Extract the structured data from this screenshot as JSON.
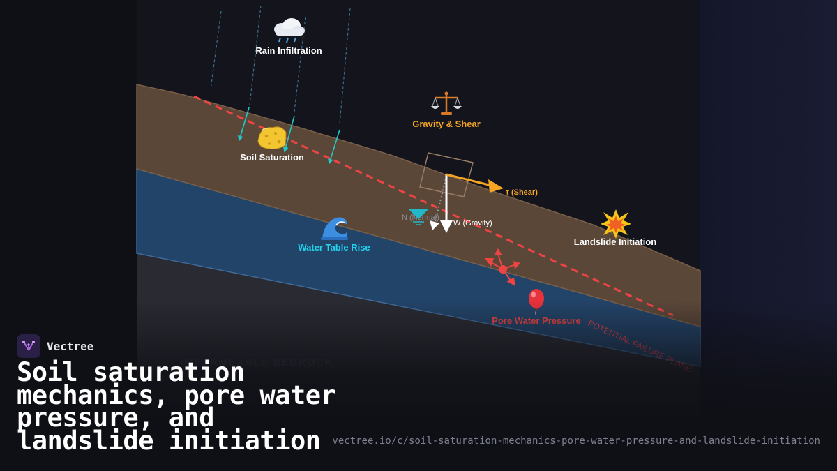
{
  "labels": {
    "rain": "Rain Infiltration",
    "saturation": "Soil Saturation",
    "gravity_shear": "Gravity & Shear",
    "shear": "τ (Shear)",
    "normal": "N (Normal)",
    "gravity": "W (Gravity)",
    "water_table": "Water Table Rise",
    "landslide": "Landslide Initiation",
    "pore_pressure": "Pore Water Pressure",
    "failure_plane": "POTENTIAL FAILURE PLANE",
    "bedrock": "IMPERMEABLE BEDROCK"
  },
  "icons": {
    "rain": "cloud-rain-icon",
    "saturation": "sponge-icon",
    "gravity_shear": "balance-scale-icon",
    "water_table": "wave-icon",
    "landslide": "explosion-icon",
    "pore_pressure": "balloon-icon",
    "water_level": "water-level-triangle-icon"
  },
  "colors": {
    "soil": "#5a4738",
    "water": "#234469",
    "bedrock": "#2a2a32",
    "shear": "#f5a524",
    "water_label": "#22d3ee",
    "failure_plane": "#ef4444",
    "rain": "#22c9c9"
  },
  "brand": {
    "name": "Vectree"
  },
  "title": "Soil saturation mechanics, pore water pressure, and landslide initiation",
  "url": "vectree.io/c/soil-saturation-mechanics-pore-water-pressure-and-landslide-initiation"
}
